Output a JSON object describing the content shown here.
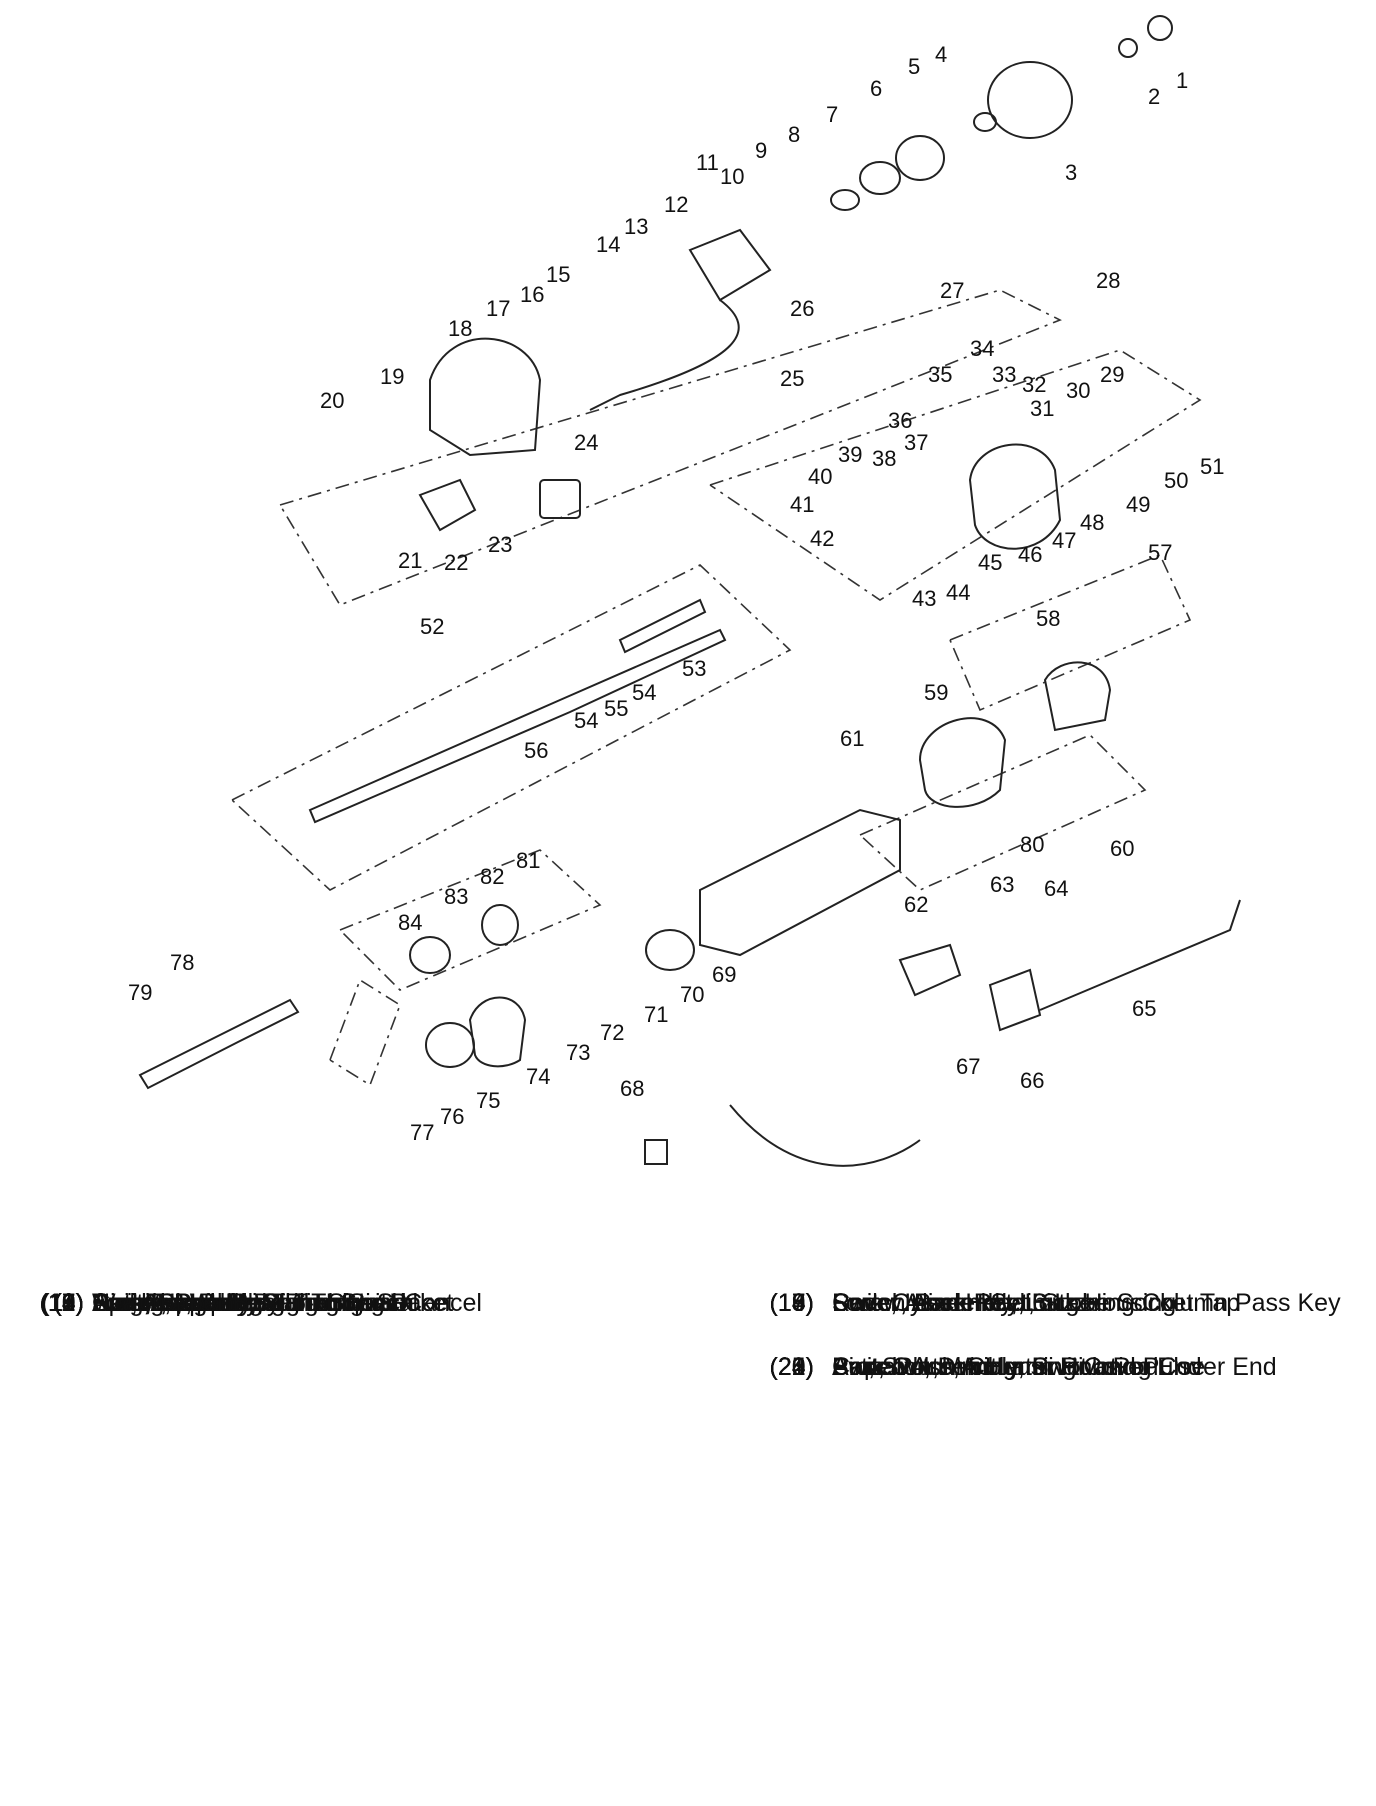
{
  "callouts": [
    "1",
    "2",
    "3",
    "4",
    "5",
    "6",
    "7",
    "8",
    "9",
    "10",
    "11",
    "12",
    "13",
    "14",
    "15",
    "16",
    "17",
    "18",
    "19",
    "20",
    "21",
    "22",
    "23",
    "24",
    "25",
    "26",
    "27",
    "28",
    "29",
    "30",
    "31",
    "32",
    "33",
    "34",
    "35",
    "36",
    "37",
    "38",
    "39",
    "40",
    "41",
    "42",
    "43",
    "44",
    "45",
    "46",
    "47",
    "48",
    "49",
    "50",
    "51",
    "52",
    "53",
    "54",
    "54",
    "55",
    "56",
    "57",
    "58",
    "59",
    "60",
    "61",
    "62",
    "63",
    "64",
    "65",
    "66",
    "67",
    "68",
    "69",
    "70",
    "71",
    "72",
    "73",
    "74",
    "75",
    "76",
    "77",
    "78",
    "79",
    "80",
    "81",
    "82",
    "83",
    "84"
  ],
  "legend_left": [
    {
      "no": "(1)",
      "desc": "Nut, Flange Prevail Torque"
    },
    {
      "no": "(2)",
      "desc": "Ring, Retaining"
    },
    {
      "no": "(3)",
      "desc": "Coil Assembly, SIR"
    },
    {
      "no": "(4)",
      "desc": "Washer, Wave"
    },
    {
      "no": "(5)",
      "desc": "Retainer, Bearing"
    },
    {
      "no": "(6)",
      "desc": "Lock, Shaft"
    },
    {
      "no": "(7)",
      "desc": "Cam Assembly, Turn Signal Cancel"
    },
    {
      "no": "(8)",
      "desc": "Spring, Upper Bearing"
    },
    {
      "no": "(9)",
      "desc": "Screw, Pan Head 6-Lobe Socket"
    },
    {
      "no": "(10)",
      "desc": "Screw, Round Washer Head"
    },
    {
      "no": "(11)",
      "desc": "Arm Assembly, Signal Switch"
    },
    {
      "no": "(12)",
      "desc": "Switch Assembly, Turn Signal"
    },
    {
      "no": "(13)",
      "desc": "Seat, Upper Bearing Inner Race"
    }
  ],
  "legend_right": [
    {
      "no": "(14)",
      "desc": "Race, Inner"
    },
    {
      "no": "(15)",
      "desc": "Screw, Pan Head 6-Lobe Socket Tap"
    },
    {
      "no": "(16)",
      "desc": "Switch Assembly, Buzzer"
    },
    {
      "no": "(17)",
      "desc": "Screw, Lock Retaining"
    },
    {
      "no": "(18)",
      "desc": "Cover Assembly, Lock Housing"
    },
    {
      "no": "(19)",
      "desc": "Lock Cylinder Set, Steering Column Pass Key"
    },
    {
      "no": "(20)",
      "desc": "Actuator, Dimmer Switch Rod"
    },
    {
      "no": "(21)",
      "desc": "Pin, Switch Actuator Pivot"
    },
    {
      "no": "(22)",
      "desc": "Switch Assembly, Pivot and Pulse"
    },
    {
      "no": "(23)",
      "desc": "Base Plate, Column Housing Cover End"
    },
    {
      "no": "(24)",
      "desc": "Cap, Column Housing Cover End"
    },
    {
      "no": "(25)",
      "desc": "Protector, Wiring"
    }
  ]
}
